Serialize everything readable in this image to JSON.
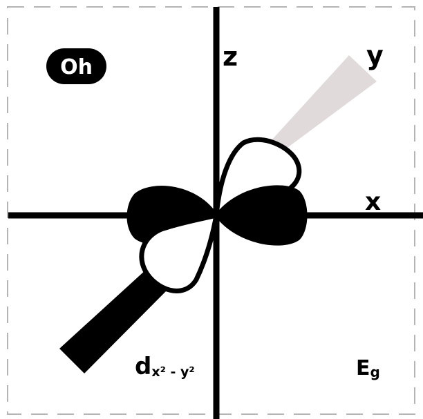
{
  "badge": {
    "text": "Oh"
  },
  "axes": {
    "z": "z",
    "y": "y",
    "x": "x"
  },
  "orbital": {
    "main": "d",
    "sub": "x² - y²"
  },
  "symmetry": {
    "main": "E",
    "sub": "g"
  },
  "colors": {
    "ink": "#000000",
    "paper": "#ffffff",
    "y_axis_shade": "#e0dada",
    "frame": "#b4b4b4"
  }
}
